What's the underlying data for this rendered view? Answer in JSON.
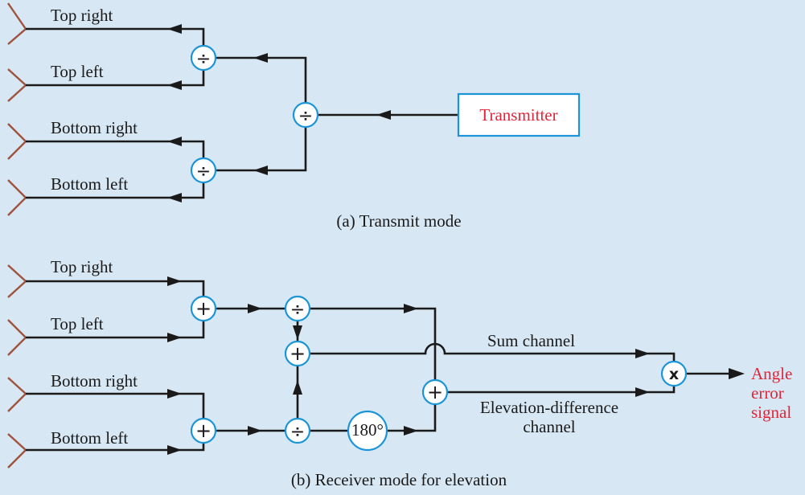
{
  "transmit": {
    "labels": {
      "top_right": "Top right",
      "top_left": "Top left",
      "bottom_right": "Bottom right",
      "bottom_left": "Bottom left"
    },
    "transmitter": "Transmitter",
    "caption": "(a)  Transmit mode"
  },
  "receive": {
    "labels": {
      "top_right": "Top right",
      "top_left": "Top left",
      "bottom_right": "Bottom right",
      "bottom_left": "Bottom left"
    },
    "sum_channel": "Sum channel",
    "diff_channel_line1": "Elevation-difference",
    "diff_channel_line2": "channel",
    "phase_shift": "180°",
    "output_line1": "Angle",
    "output_line2": "error",
    "output_line3": "signal",
    "caption": "(b)  Receiver mode for elevation"
  },
  "symbols": {
    "divide": "÷",
    "add": "+",
    "multiply": "x"
  },
  "colors": {
    "background": "#d7e7f3",
    "accent": "#1b94d9",
    "highlight": "#e0253a",
    "horn": "#a0523d"
  }
}
